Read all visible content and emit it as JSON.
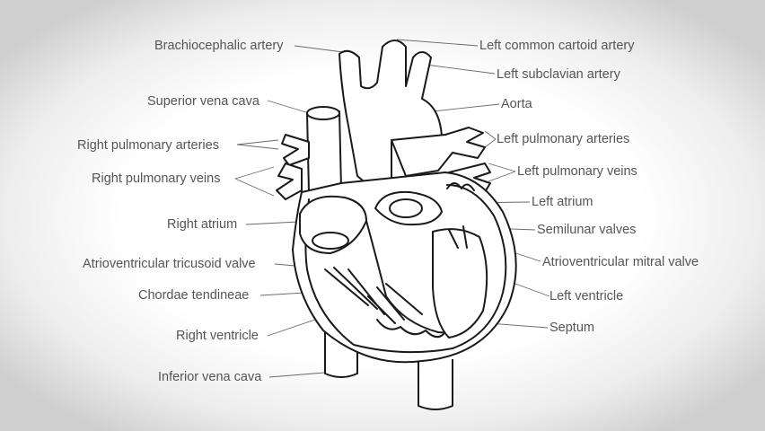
{
  "diagram": {
    "labels_left": {
      "brachiocephalic_artery": "Brachiocephalic artery",
      "superior_vena_cava": "Superior vena cava",
      "right_pulmonary_arteries": "Right pulmonary arteries",
      "right_pulmonary_veins": "Right pulmonary veins",
      "right_atrium": "Right atrium",
      "atrioventricular_tricuspid_valve": "Atrioventricular tricusoid valve",
      "chordae_tendineae": "Chordae tendineae",
      "right_ventricle": "Right ventricle",
      "inferior_vena_cava": "Inferior vena cava"
    },
    "labels_right": {
      "left_common_carotid_artery": "Left common cartoid artery",
      "left_subclavian_artery": "Left subclavian artery",
      "aorta": "Aorta",
      "left_pulmonary_arteries": "Left pulmonary arteries",
      "left_pulmonary_veins": "Left pulmonary veins",
      "left_atrium": "Left atrium",
      "semilunar_valves": "Semilunar valves",
      "atrioventricular_mitral_valve": "Atrioventricular mitral valve",
      "left_ventricle": "Left ventricle",
      "septum": "Septum"
    }
  }
}
